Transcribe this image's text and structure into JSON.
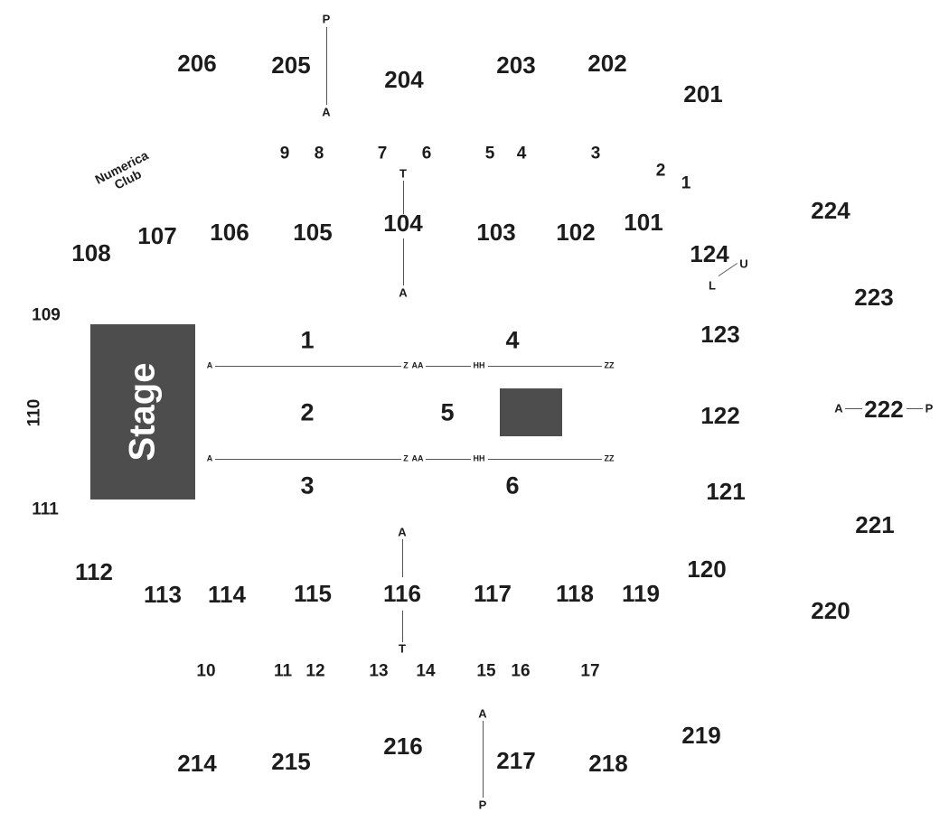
{
  "colors": {
    "stage": "#4d4d4d",
    "mixer": "#4d4d4d",
    "text": "#1c1c1c",
    "lines": "#555555"
  },
  "stage_label": "Stage",
  "club_label": [
    "Numerica",
    "Club"
  ],
  "upper_sections": {
    "s201": "201",
    "s202": "202",
    "s203": "203",
    "s204": "204",
    "s205": "205",
    "s206": "206",
    "s214": "214",
    "s215": "215",
    "s216": "216",
    "s217": "217",
    "s218": "218",
    "s219": "219",
    "s220": "220",
    "s221": "221",
    "s222": "222",
    "s223": "223",
    "s224": "224"
  },
  "lower_sections": {
    "s101": "101",
    "s102": "102",
    "s103": "103",
    "s104": "104",
    "s105": "105",
    "s106": "106",
    "s107": "107",
    "s108": "108",
    "s109": "109",
    "s110": "110",
    "s111": "111",
    "s112": "112",
    "s113": "113",
    "s114": "114",
    "s115": "115",
    "s116": "116",
    "s117": "117",
    "s118": "118",
    "s119": "119",
    "s120": "120",
    "s121": "121",
    "s122": "122",
    "s123": "123",
    "s124": "124"
  },
  "floor_sections": {
    "f1": "1",
    "f2": "2",
    "f3": "3",
    "f4": "4",
    "f5": "5",
    "f6": "6"
  },
  "suites": {
    "st1": "1",
    "st2": "2",
    "st3": "3",
    "st4": "4",
    "st5": "5",
    "st6": "6",
    "st7": "7",
    "st8": "8",
    "st9": "9",
    "st10": "10",
    "st11": "11",
    "st12": "12",
    "st13": "13",
    "st14": "14",
    "st15": "15",
    "st16": "16",
    "st17": "17"
  },
  "row_markers": {
    "r205_top": "P",
    "r205_bot": "A",
    "r104_top": "T",
    "r104_bot": "A",
    "r124_u": "U",
    "r124_l": "L",
    "r222_a": "A",
    "r222_p": "P",
    "r116_top": "A",
    "r116_bot": "T",
    "r217_top": "A",
    "r217_bot": "P"
  },
  "floor_rows": {
    "top_a": "A",
    "top_z": "Z",
    "top_aa": "AA",
    "top_hh": "HH",
    "top_zz": "ZZ",
    "bot_a": "A",
    "bot_z": "Z",
    "bot_aa": "AA",
    "bot_hh": "HH",
    "bot_zz": "ZZ"
  }
}
